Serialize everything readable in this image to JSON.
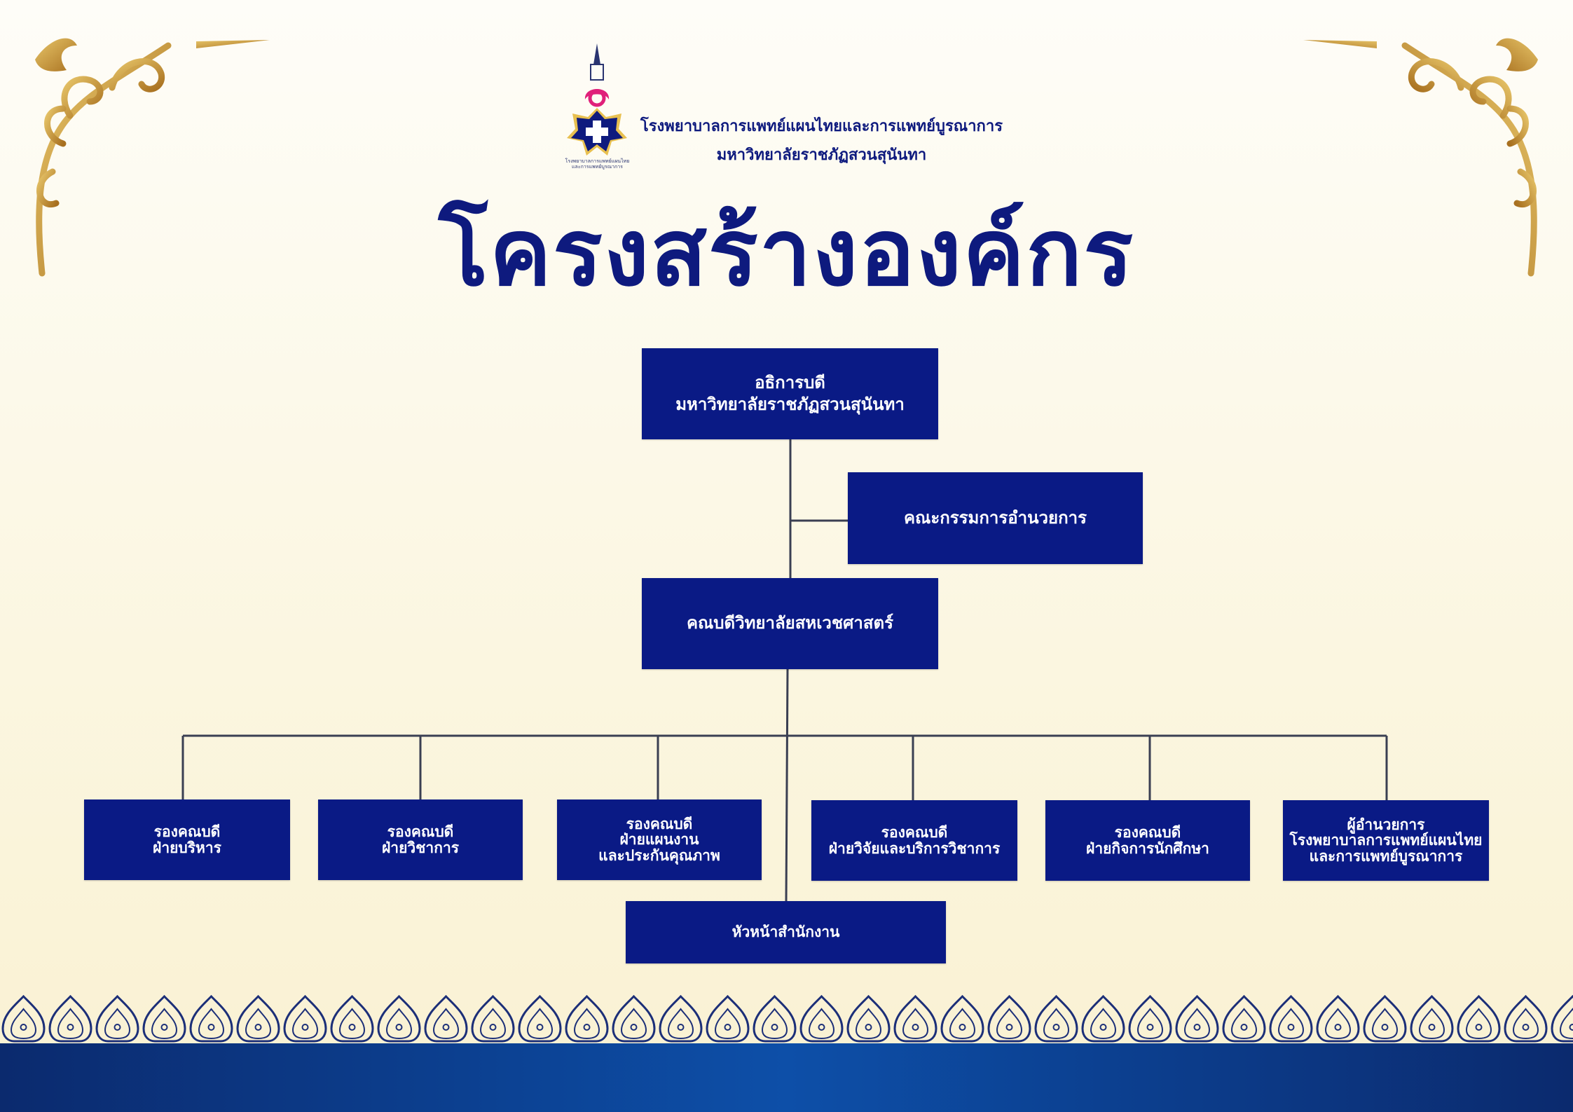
{
  "header": {
    "logo_caption": [
      "โรงพยาบาลการแพทย์แผนไทย",
      "และการแพทย์บูรณาการ"
    ],
    "line1": "โรงพยาบาลการแพทย์แผนไทยและการแพทย์บูรณาการ",
    "line2": "มหาวิทยาลัยราชภัฏสวนสุนันทา"
  },
  "title": "โครงสร้างองค์กร",
  "colors": {
    "box": "#0a1a85",
    "title": "#0e1a7e",
    "line": "#3a3f52",
    "gold": "#c8922f"
  },
  "org": {
    "president": [
      "อธิการบดี",
      "มหาวิทยาลัยราชภัฏสวนสุนันทา"
    ],
    "committee": "คณะกรรมการอำนวยการ",
    "dean": "คณบดีวิทยาลัยสหเวชศาสตร์",
    "deputies": [
      [
        "รองคณบดี",
        "ฝ่ายบริหาร"
      ],
      [
        "รองคณบดี",
        "ฝ่ายวิชาการ"
      ],
      [
        "รองคณบดี",
        "ฝ่ายแผนงาน",
        "และประกันคุณภาพ"
      ],
      [
        "รองคณบดี",
        "ฝ่ายวิจัยและบริการวิชาการ"
      ],
      [
        "รองคณบดี",
        "ฝ่ายกิจการนักศึกษา"
      ],
      [
        "ผู้อำนวยการ",
        "โรงพยาบาลการแพทย์แผนไทย",
        "และการแพทย์บูรณาการ"
      ]
    ],
    "office_head": "หัวหน้าสำนักงาน"
  }
}
